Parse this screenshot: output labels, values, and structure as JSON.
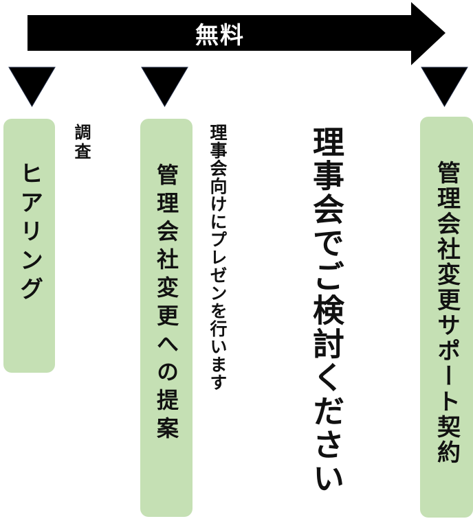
{
  "arrow": {
    "label": "無料"
  },
  "steps": [
    {
      "label": "ヒアリング"
    },
    {
      "label": "管理会社変更への提案"
    },
    {
      "label": "管理会社変更サポート契約"
    }
  ],
  "notes": {
    "survey": "調査",
    "presentation": "理事会向けにプレゼンを行います",
    "consider": "理事会でご検討ください"
  },
  "colors": {
    "box_fill": "#c5e0b4",
    "arrow_fill": "#000000",
    "marker_fill": "#000000"
  }
}
